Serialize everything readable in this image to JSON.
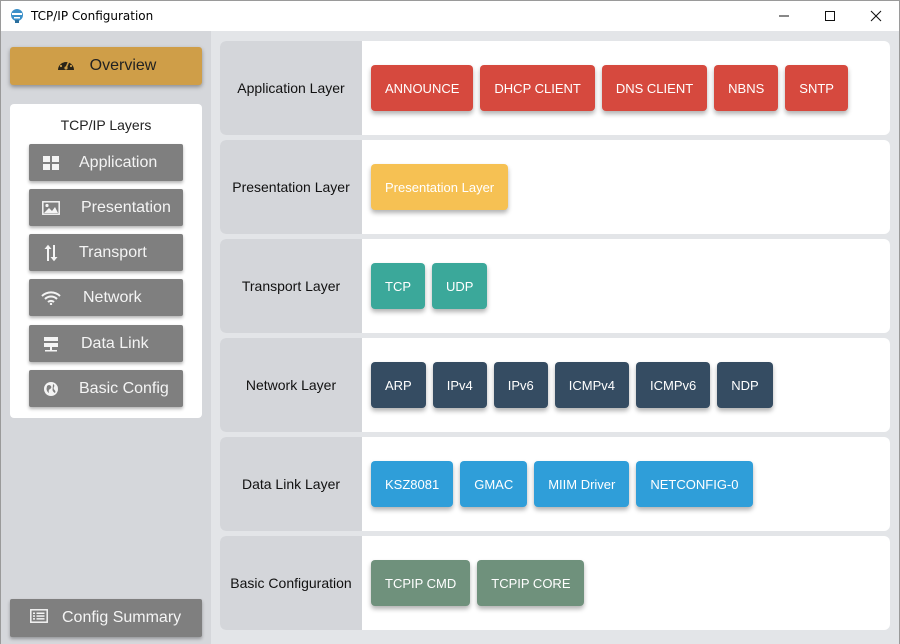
{
  "window": {
    "title": "TCP/IP Configuration",
    "controls": {
      "minimize": "—",
      "maximize": "☐",
      "close": "✕"
    }
  },
  "sidebar": {
    "overview_label": "Overview",
    "layers_title": "TCP/IP Layers",
    "items": [
      {
        "label": "Application",
        "icon": "grid-icon"
      },
      {
        "label": "Presentation",
        "icon": "image-icon"
      },
      {
        "label": "Transport",
        "icon": "up-down-arrows-icon"
      },
      {
        "label": "Network",
        "icon": "wifi-icon"
      },
      {
        "label": "Data Link",
        "icon": "server-icon"
      },
      {
        "label": "Basic Config",
        "icon": "globe-icon"
      }
    ],
    "summary_label": "Config Summary"
  },
  "layers": [
    {
      "label": "Application Layer",
      "color": "#d6493e",
      "modules": [
        "ANNOUNCE",
        "DHCP CLIENT",
        "DNS CLIENT",
        "NBNS",
        "SNTP"
      ]
    },
    {
      "label": "Presentation Layer",
      "color": "#f6c153",
      "modules": [
        "Presentation Layer"
      ]
    },
    {
      "label": "Transport Layer",
      "color": "#3ba89a",
      "modules": [
        "TCP",
        "UDP"
      ]
    },
    {
      "label": "Network Layer",
      "color": "#354c62",
      "modules": [
        "ARP",
        "IPv4",
        "IPv6",
        "ICMPv4",
        "ICMPv6",
        "NDP"
      ]
    },
    {
      "label": "Data Link Layer",
      "color": "#2f9ed9",
      "modules": [
        "KSZ8081",
        "GMAC",
        "MIIM Driver",
        "NETCONFIG-0"
      ]
    },
    {
      "label": "Basic Configuration",
      "color": "#6f917c",
      "modules": [
        "TCPIP CMD",
        "TCPIP CORE"
      ]
    }
  ],
  "colors": {
    "overview_accent": "#cf9e48",
    "nav_button": "#7f7f7f",
    "sidebar_bg": "#d5d7db",
    "content_bg": "#e3e5e8"
  }
}
